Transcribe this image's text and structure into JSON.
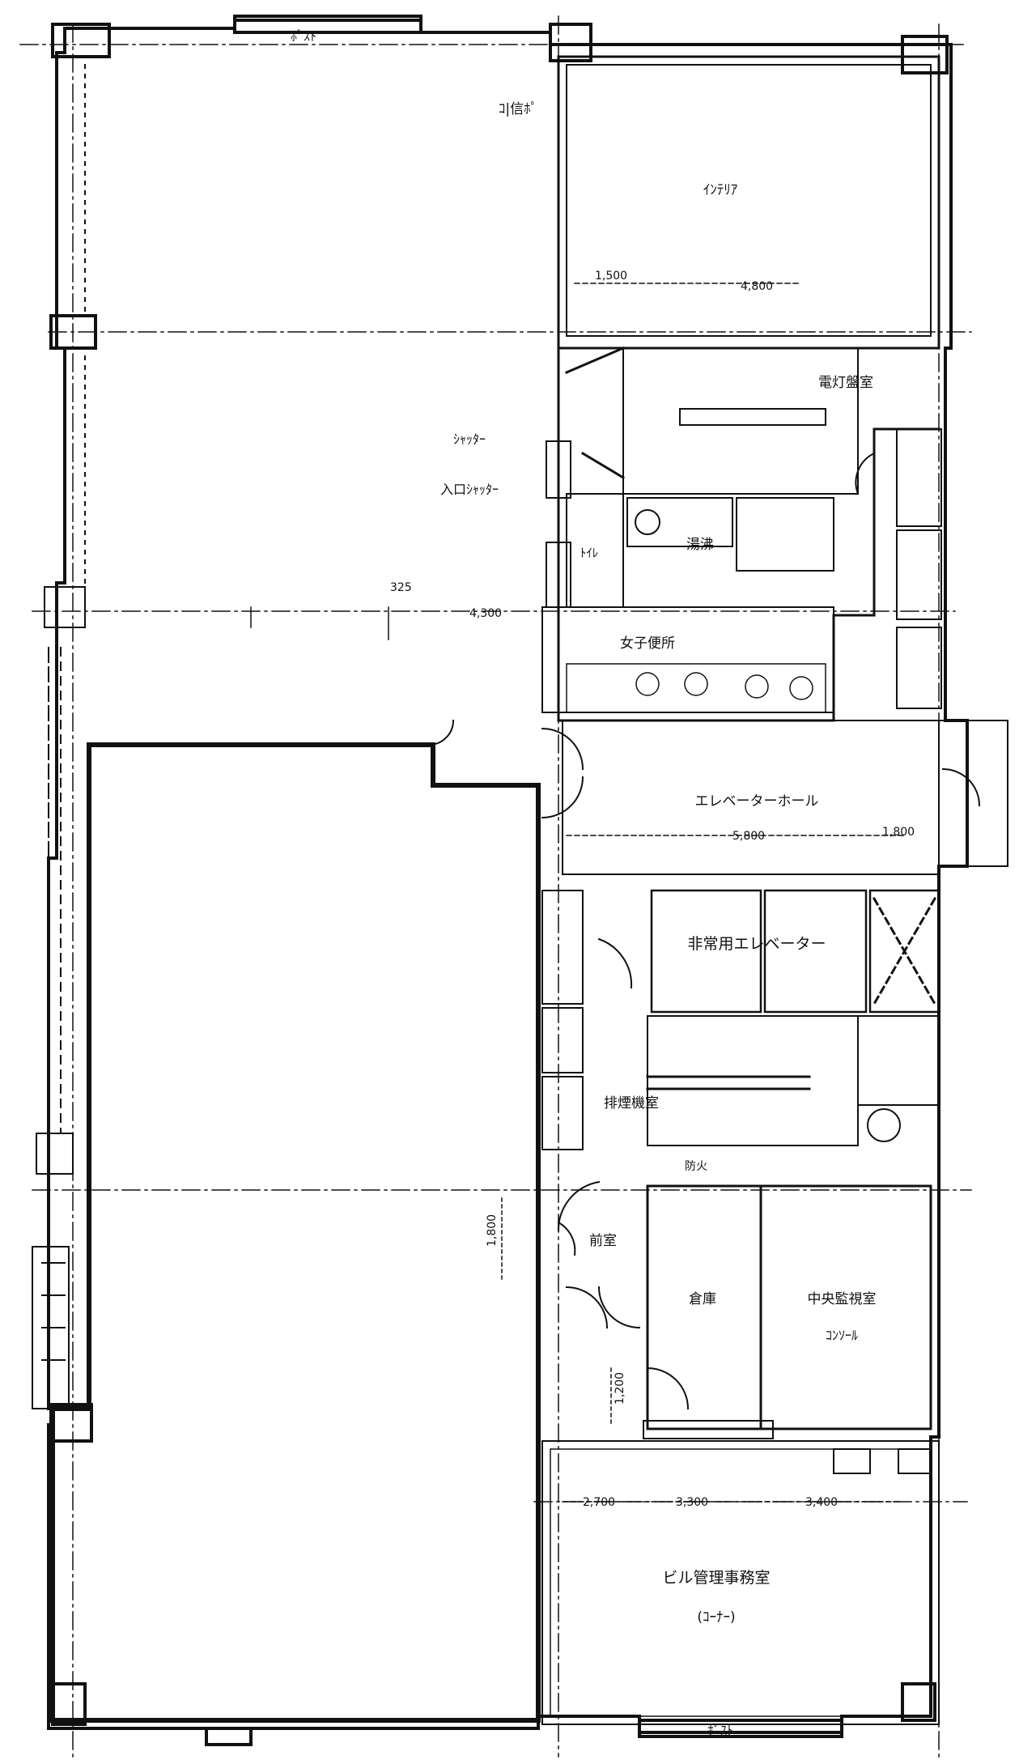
{
  "plan": {
    "rooms": {
      "top_left_sign": "ﾎﾟｽﾄ",
      "machine_room": "ｲﾝﾃﾘｱ",
      "utility": "ｺ|信ﾎﾟ",
      "electric_room": "電灯盤室",
      "toilet": "ﾄｲﾚ",
      "kitchen": "湯沸",
      "women_wc": "女子便所",
      "elevator_hall": "エレベーターホール",
      "emergency_elevator": "非常用エレベーター",
      "sprinkler": "排煙機室",
      "storage": "倉庫",
      "meter": "前室",
      "flammable": "防火",
      "control_room": "中央監視室",
      "control_sub": "ｺﾝｿｰﾙ",
      "building_office": "ビル管理事務室",
      "building_office_sub": "(ｺｰﾅｰ)",
      "bottom_sign": "ﾎﾟｽﾄ",
      "left_notes_a": "ｼｬｯﾀｰ",
      "left_notes_b": "入口ｼｬｯﾀｰ"
    },
    "dimensions": {
      "d_machine_a": "1,500",
      "d_machine_b": "4,800",
      "d_left_a": "325",
      "d_left_b": "4,300",
      "d_hall": "5,800",
      "d_hall_b": "1,800",
      "d_office_a": "2,700",
      "d_office_b": "3,300",
      "d_office_c": "3,400",
      "d_vert_a": "1,800",
      "d_vert_b": "1,200"
    }
  }
}
